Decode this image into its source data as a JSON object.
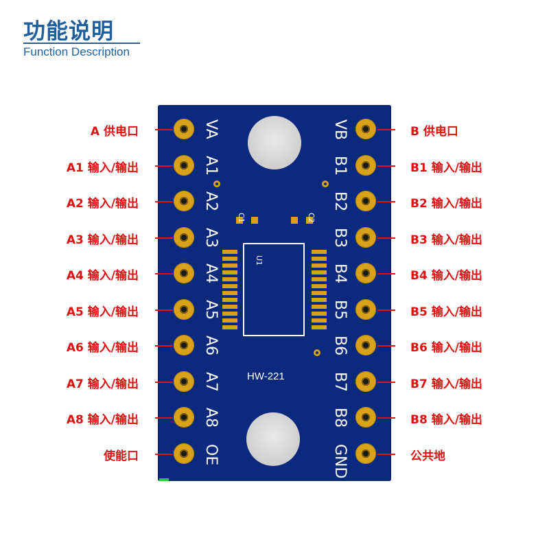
{
  "header": {
    "title": "功能说明",
    "subtitle": "Function Description"
  },
  "board": {
    "model": "HW-221",
    "chip_label": "U1",
    "cap_labels": [
      "C1",
      "C2"
    ],
    "left_silk": [
      "VA",
      "A1",
      "A2",
      "A3",
      "A4",
      "A5",
      "A6",
      "A7",
      "A8",
      "OE"
    ],
    "right_silk": [
      "VB",
      "B1",
      "B2",
      "B3",
      "B4",
      "B5",
      "B6",
      "B7",
      "B8",
      "GND"
    ]
  },
  "left_labels": [
    "A 供电口",
    "A1 输入/输出",
    "A2 输入/输出",
    "A3 输入/输出",
    "A4 输入/输出",
    "A5 输入/输出",
    "A6 输入/输出",
    "A7 输入/输出",
    "A8 输入/输出",
    "使能口"
  ],
  "right_labels": [
    "B 供电口",
    "B1 输入/输出",
    "B2 输入/输出",
    "B3 输入/输出",
    "B4 输入/输出",
    "B5 输入/输出",
    "B6 输入/输出",
    "B7 输入/输出",
    "B8 输入/输出",
    "公共地"
  ],
  "colors": {
    "title": "#1f5f9c",
    "board": "#0b2a7d",
    "pad": "#d8a21a",
    "label": "#e01010"
  }
}
